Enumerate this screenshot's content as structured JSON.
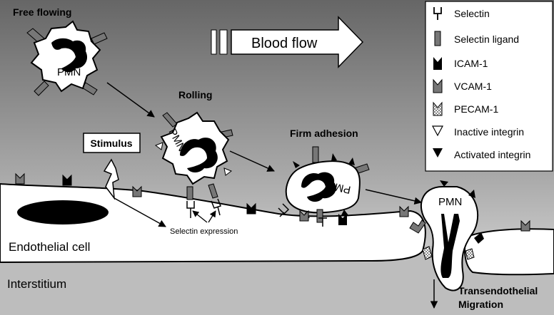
{
  "stages": {
    "free_flowing": "Free flowing",
    "rolling": "Rolling",
    "firm_adhesion": "Firm adhesion",
    "transmigration_line1": "Transendothelial",
    "transmigration_line2": "Migration"
  },
  "cell_label": "PMN",
  "blood_flow": "Blood flow",
  "stimulus": "Stimulus",
  "selectin_expression": "Selectin expression",
  "endothelial_cell": "Endothelial cell",
  "interstitium": "Interstitium",
  "legend": {
    "items": [
      {
        "label": "Selectin",
        "icon": "selectin-icon"
      },
      {
        "label": "Selectin ligand",
        "icon": "selectin-ligand-icon"
      },
      {
        "label": "ICAM-1",
        "icon": "icam1-icon"
      },
      {
        "label": "VCAM-1",
        "icon": "vcam1-icon"
      },
      {
        "label": "PECAM-1",
        "icon": "pecam1-icon"
      },
      {
        "label": "Inactive integrin",
        "icon": "inactive-integrin-icon"
      },
      {
        "label": "Activated integrin",
        "icon": "activated-integrin-icon"
      }
    ]
  },
  "colors": {
    "vessel_top": "#6b6b6b",
    "vessel_bottom": "#e2e2e2",
    "interstitium": "#bdbdbd",
    "black": "#000000"
  }
}
